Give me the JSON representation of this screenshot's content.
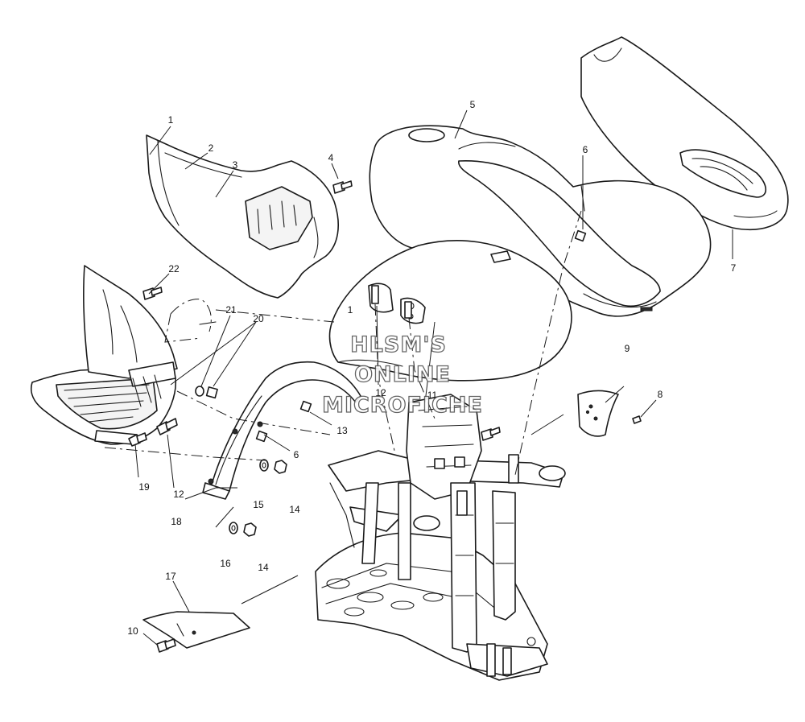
{
  "callouts": [
    {
      "id": "c1",
      "label": "1"
    },
    {
      "id": "c2",
      "label": "2"
    },
    {
      "id": "c3",
      "label": "3"
    },
    {
      "id": "c4",
      "label": "4"
    },
    {
      "id": "c5",
      "label": "5"
    },
    {
      "id": "c6a",
      "label": "6"
    },
    {
      "id": "c6b",
      "label": "6"
    },
    {
      "id": "c7",
      "label": "7"
    },
    {
      "id": "c8",
      "label": "8"
    },
    {
      "id": "c9",
      "label": "9"
    },
    {
      "id": "c10",
      "label": "10"
    },
    {
      "id": "c11",
      "label": "11"
    },
    {
      "id": "c12a",
      "label": "12"
    },
    {
      "id": "c12b",
      "label": "12"
    },
    {
      "id": "c13",
      "label": "13"
    },
    {
      "id": "c14a",
      "label": "14"
    },
    {
      "id": "c14b",
      "label": "14"
    },
    {
      "id": "c15",
      "label": "15"
    },
    {
      "id": "c16",
      "label": "16"
    },
    {
      "id": "c17",
      "label": "17"
    },
    {
      "id": "c18",
      "label": "18"
    },
    {
      "id": "c19",
      "label": "19"
    },
    {
      "id": "c20",
      "label": "20"
    },
    {
      "id": "c21",
      "label": "21"
    },
    {
      "id": "c22",
      "label": "22"
    },
    {
      "id": "c1b",
      "label": "1"
    }
  ],
  "watermark": {
    "line1": "HLSM'S",
    "line2": "ONLINE",
    "line3": "MICROFICHE"
  }
}
